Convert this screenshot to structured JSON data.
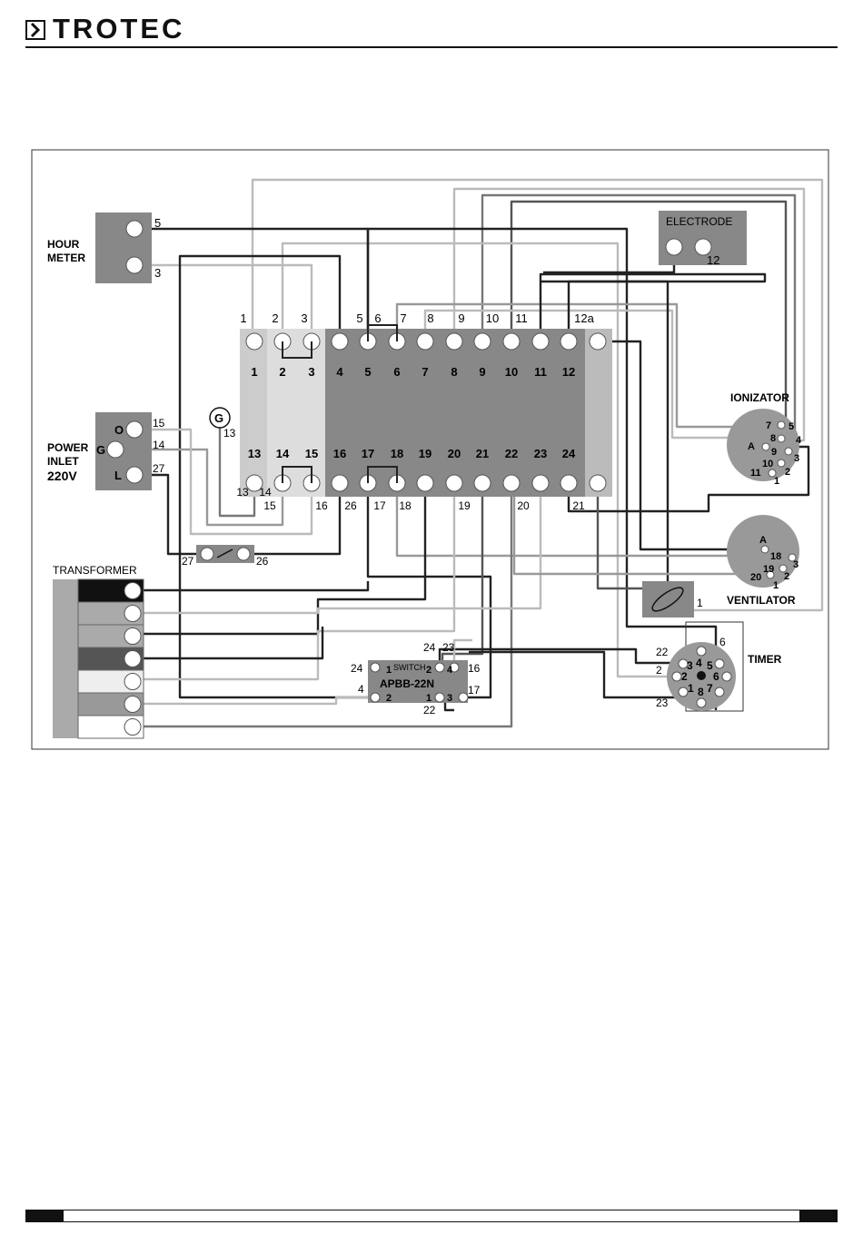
{
  "header": {
    "brand": "TROTEC"
  },
  "diagram": {
    "hour_meter": {
      "label_line1": "HOUR",
      "label_line2": "METER",
      "t5": "5",
      "t3": "3"
    },
    "electrode": {
      "label": "ELECTRODE",
      "t12": "12"
    },
    "power_inlet": {
      "label_line1": "POWER",
      "label_line2": "INLET",
      "label_line3": "220V",
      "o": "O",
      "g": "G",
      "l": "L",
      "w15": "15",
      "w14": "14",
      "w27": "27"
    },
    "transformer": {
      "label": "TRANSFORMER"
    },
    "ionizator": {
      "label": "IONIZATOR",
      "pins": [
        "7",
        "5",
        "8",
        "4",
        "A",
        "9",
        "3",
        "10",
        "2",
        "11",
        "1"
      ]
    },
    "ventilator": {
      "label": "VENTILATOR",
      "fan_num": "1",
      "pins": [
        "A",
        "18",
        "3",
        "19",
        "2",
        "20",
        "1"
      ]
    },
    "timer": {
      "label": "TIMER",
      "outer": [
        "22",
        "6",
        "2",
        "23"
      ],
      "pins": [
        "4",
        "5",
        "3",
        "2",
        "6",
        "1",
        "7",
        "8"
      ]
    },
    "switch": {
      "label": "SWITCH",
      "model": "APBB-22N",
      "pins": [
        "1",
        "2",
        "4",
        "2",
        "1",
        "3"
      ],
      "wires": [
        "24",
        "23",
        "24",
        "16",
        "4",
        "17",
        "22"
      ]
    },
    "ground": {
      "symbol": "G",
      "num": "13"
    },
    "relay": {
      "n27": "27",
      "n26": "26"
    },
    "terminal_top_labels": [
      "1",
      "2",
      "3",
      "5",
      "6",
      "7",
      "8",
      "9",
      "10",
      "11",
      "12a"
    ],
    "terminal_top_numbers": [
      "1",
      "2",
      "3",
      "4",
      "5",
      "6",
      "7",
      "8",
      "9",
      "10",
      "11",
      "12"
    ],
    "terminal_bottom_numbers": [
      "13",
      "14",
      "15",
      "16",
      "17",
      "18",
      "19",
      "20",
      "21",
      "22",
      "23",
      "24"
    ],
    "terminal_bottom_labels": [
      "13",
      "14",
      "15",
      "16",
      "26",
      "17",
      "18",
      "19",
      "20",
      "21"
    ]
  }
}
